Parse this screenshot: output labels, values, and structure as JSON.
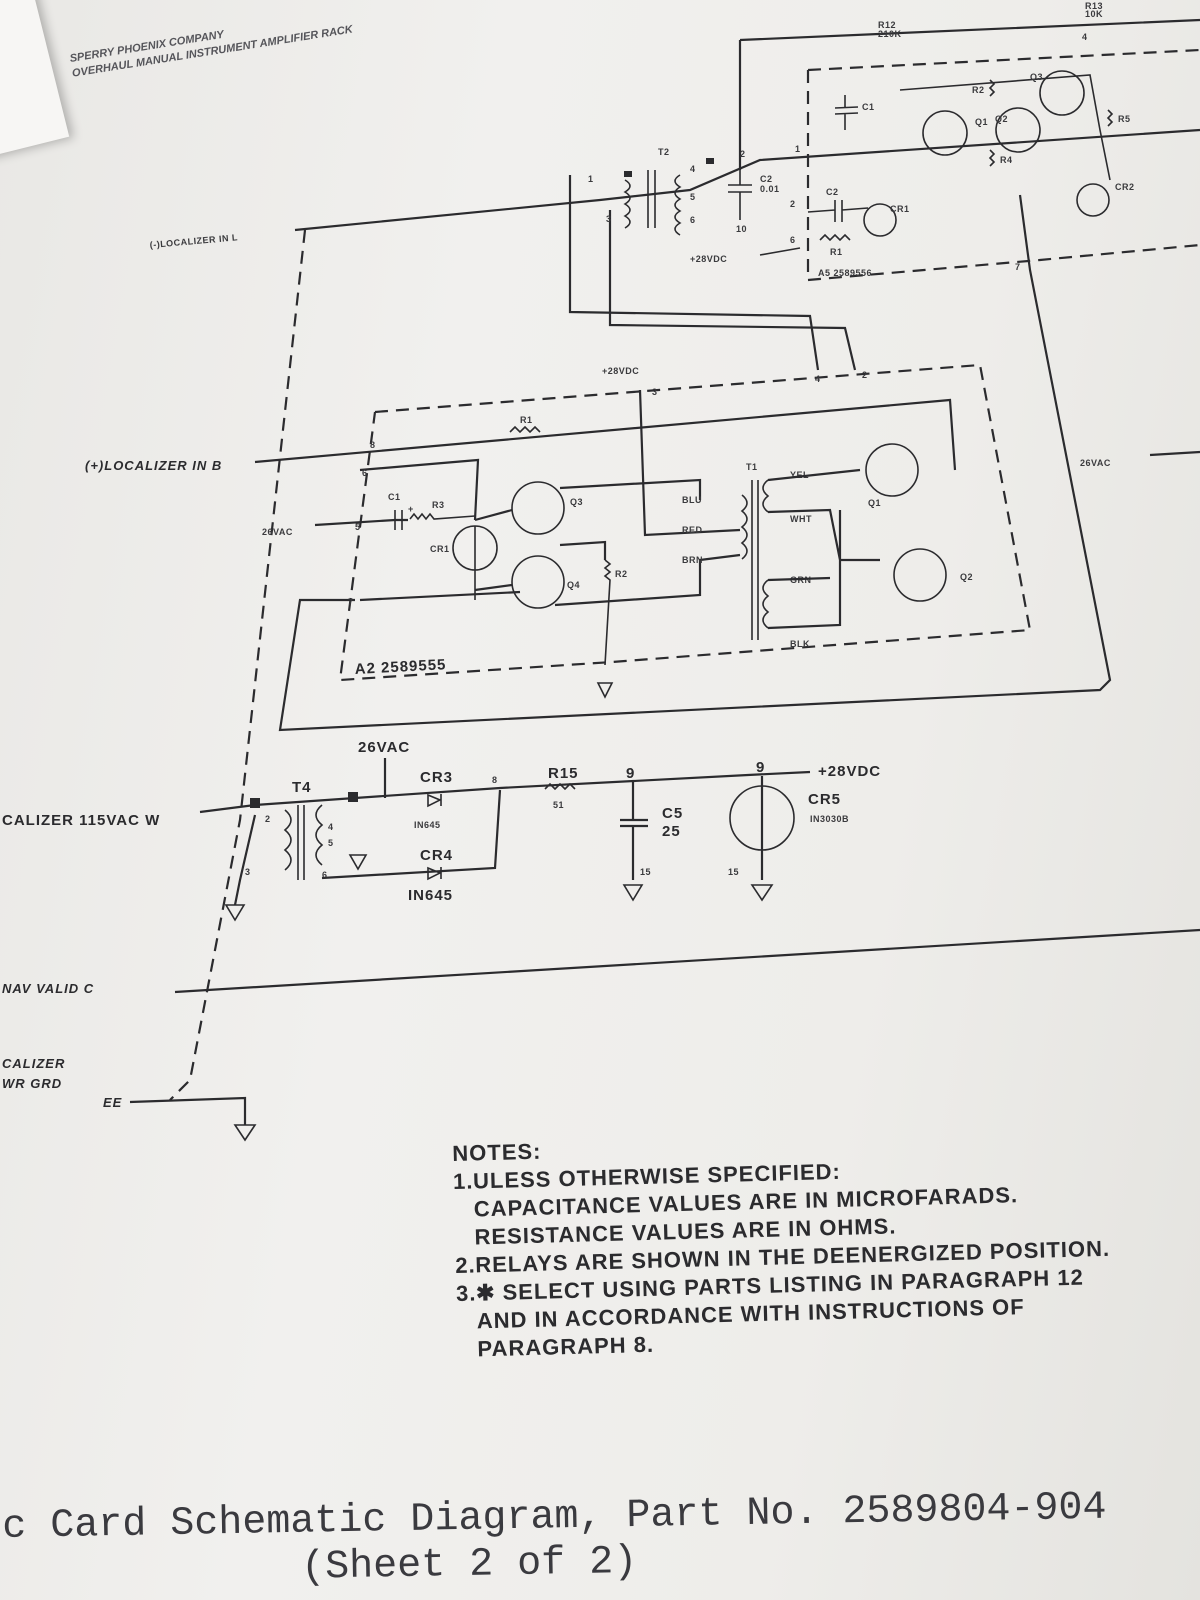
{
  "document": {
    "header": {
      "line1": "SPERRY PHOENIX COMPANY",
      "line2": "OVERHAUL MANUAL INSTRUMENT AMPLIFIER RACK"
    },
    "modules": {
      "a2": "A2  2589555",
      "a5": "A5  2589556"
    },
    "connectors": {
      "loc_neg": "(-)LOCALIZER IN  L",
      "loc_pos": "(+)LOCALIZER IN  B",
      "loc_115": "CALIZER 115VAC  W",
      "nav_valid": "NAV  VALID  C",
      "pwr_grd_1": "CALIZER",
      "pwr_grd_2": "WR  GRD",
      "ee": "EE"
    },
    "supply": {
      "v28_top": "+28VDC",
      "v28_a5": "+28VDC",
      "vac_a2": "26VAC",
      "vac_mid": "26VAC",
      "vac_right": "26VAC",
      "v28_right": "+28VDC"
    },
    "a2_parts": {
      "r1": "R1",
      "c1": "C1",
      "r3": "R3",
      "cr1": "CR1",
      "q3": "Q3",
      "q4": "Q4",
      "r2": "R2",
      "t1": "T1",
      "blu": "BLU",
      "red": "RED",
      "brn": "BRN",
      "yel": "YEL",
      "wht": "WHT",
      "grn": "GRN",
      "blk": "BLK",
      "q1": "Q1",
      "q2": "Q2",
      "plus": "+"
    },
    "a5_parts": {
      "t2": "T2",
      "c2": "C2",
      "c2_val": "0.01",
      "c1": "C1",
      "cr1": "CR1",
      "r1": "R1",
      "r2": "R2",
      "r4": "R4",
      "r5": "R5",
      "q1": "Q1",
      "q2": "Q2",
      "q3": "Q3",
      "cr2": "CR2",
      "r12": "R12",
      "r12_val": "210K",
      "r13": "R13",
      "r13_val": "10K"
    },
    "power_parts": {
      "t4": "T4",
      "cr3": "CR3",
      "cr3_type": "IN645",
      "cr4": "CR4",
      "cr4_type": "IN645",
      "r15": "R15",
      "r15_val": "51",
      "c5": "C5",
      "c5_val": "25",
      "cr5": "CR5",
      "cr5_type": "IN3030B"
    },
    "pins": {
      "p8a": "8",
      "p6a": "6",
      "p5a": "5",
      "p7a": "7",
      "p3a": "3",
      "p4a": "4",
      "p2a": "2",
      "p2t4": "2",
      "p3t4": "3",
      "p4t4": "4",
      "p5t4": "5",
      "p6t4": "6",
      "p8": "8",
      "p9a": "9",
      "p9b": "9",
      "p15a": "15",
      "p15b": "15",
      "p1t2": "1",
      "p2t2": "2",
      "p3t2": "3",
      "p4t2": "4",
      "p5t2": "5",
      "p6t2": "6",
      "p10": "10",
      "p4b": "4",
      "p2b": "2",
      "p6b": "6",
      "p7b": "7",
      "p2c": "2",
      "p1c": "1"
    },
    "notes": {
      "title": "NOTES:",
      "n1_num": "1.",
      "n1a": "ULESS OTHERWISE SPECIFIED:",
      "n1b": "CAPACITANCE VALUES ARE IN MICROFARADS.",
      "n1c": "RESISTANCE VALUES ARE IN OHMS.",
      "n2_num": "2.",
      "n2": "RELAYS ARE SHOWN IN THE DEENERGIZED POSITION.",
      "n3_num": "3.",
      "n3a": "✱ SELECT USING PARTS LISTING IN PARAGRAPH 12",
      "n3b": "AND IN ACCORDANCE WITH INSTRUCTIONS OF",
      "n3c": "PARAGRAPH 8."
    },
    "caption": {
      "line1": "c Card Schematic Diagram, Part No. 2589804-904",
      "line2": "(Sheet 2 of 2)"
    }
  }
}
